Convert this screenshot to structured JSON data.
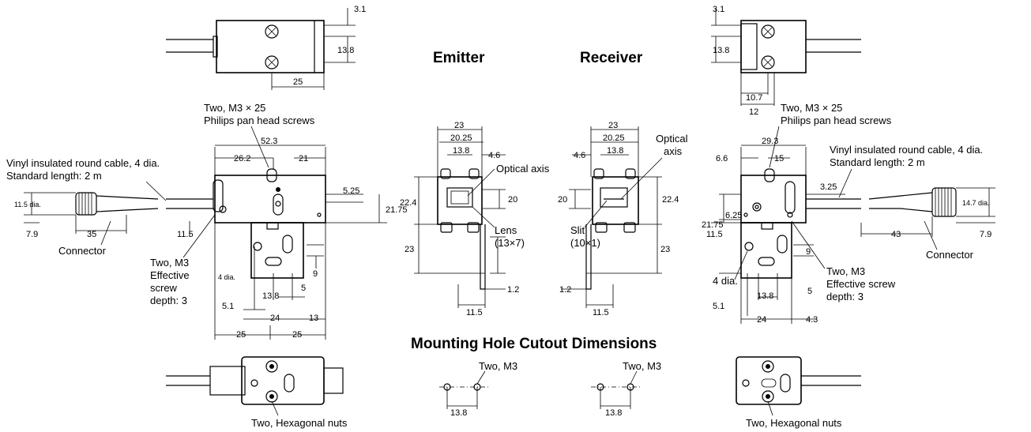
{
  "headings": {
    "emitter": "Emitter",
    "receiver": "Receiver",
    "mounting": "Mounting Hole Cutout Dimensions"
  },
  "callouts": {
    "screws_left_1": "Two, M3 × 25",
    "screws_left_2": "Philips pan head screws",
    "screws_right_1": "Two, M3 × 25",
    "screws_right_2": "Philips pan head screws",
    "cable_left_1": "Vinyl insulated round cable, 4 dia.",
    "cable_left_2": "Standard length: 2 m",
    "cable_right_1": "Vinyl insulated round cable, 4 dia.",
    "cable_right_2": "Standard length: 2 m",
    "connector_left": "Connector",
    "connector_right": "Connector",
    "m3_left_1": "Two, M3",
    "m3_left_2": "Effective",
    "m3_left_3": "screw",
    "m3_left_4": "depth: 3",
    "m3_right_1": "Two, M3",
    "m3_right_2": "Effective screw",
    "m3_right_3": "depth: 3",
    "hole_left": "4 dia.",
    "hole_right": "4 dia.",
    "optical_left": "Optical axis",
    "optical_right_1": "Optical",
    "optical_right_2": "axis",
    "lens_1": "Lens",
    "lens_2": "(13×7)",
    "slit_1": "Slit",
    "slit_2": "(10×1)",
    "cable_dia_left": "11.5 dia.",
    "cable_dia_right": "14.7 dia.",
    "nuts_left": "Two, Hexagonal nuts",
    "nuts_right": "Two, Hexagonal nuts",
    "mount_m3_left": "Two, M3",
    "mount_m3_right": "Two, M3"
  },
  "dimensions": {
    "tl_3_1": "3.1",
    "tl_13_8": "13.8",
    "tl_25": "25",
    "tr_3_1": "3.1",
    "tr_13_8": "13.8",
    "tr_10_7": "10.7",
    "tr_12": "12",
    "ml_52_3": "52.3",
    "ml_26_2": "26.2",
    "ml_21": "21",
    "ml_5_25": "5.25",
    "ml_21_75": "21.75",
    "ml_7_9": "7.9",
    "ml_35": "35",
    "ml_11_5": "11.5",
    "ml_9": "9",
    "ml_5": "5",
    "ml_5_1": "5.1",
    "ml_13_8": "13.8",
    "ml_24": "24",
    "ml_13": "13",
    "ml_25a": "25",
    "ml_25b": "25",
    "e_23": "23",
    "e_20_25": "20.25",
    "e_13_8": "13.8",
    "e_4_6": "4.6",
    "e_22_4": "22.4",
    "e_20": "20",
    "e_23b": "23",
    "e_1_2": "1.2",
    "e_11_5": "11.5",
    "r_23": "23",
    "r_20_25": "20.25",
    "r_13_8": "13.8",
    "r_4_6": "4.6",
    "r_20": "20",
    "r_22_4": "22.4",
    "r_23b": "23",
    "r_1_2": "1.2",
    "r_11_5": "11.5",
    "mr_29_3": "29.3",
    "mr_6_6": "6.6",
    "mr_15": "15",
    "mr_3_25": "3.25",
    "mr_6_25": "6.25",
    "mr_21_75": "21.75",
    "mr_11_5": "11.5",
    "mr_9": "9",
    "mr_43": "43",
    "mr_7_9": "7.9",
    "mr_5_1": "5.1",
    "mr_13_8": "13.8",
    "mr_5": "5",
    "mr_24": "24",
    "mr_4_3": "4.3",
    "mh_left": "13.8",
    "mh_right": "13.8"
  }
}
